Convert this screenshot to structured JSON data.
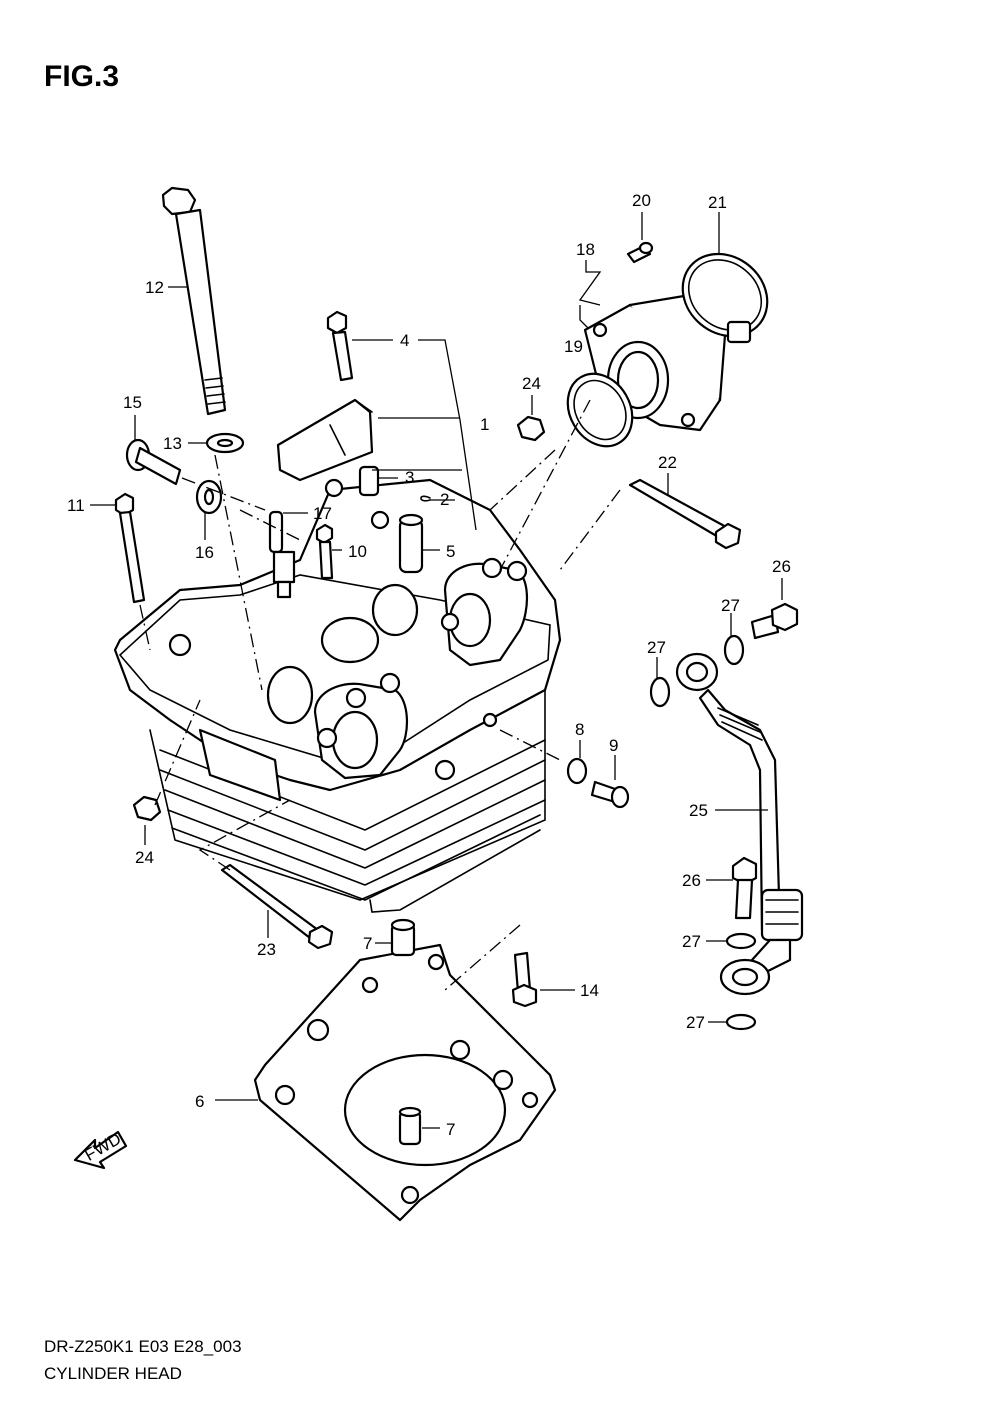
{
  "figure": {
    "title": "FIG.3",
    "model_code": "DR-Z250K1 E03 E28_003",
    "name": "CYLINDER HEAD"
  },
  "fwd_label": "FWD",
  "callouts": [
    {
      "id": "c1",
      "label": "1"
    },
    {
      "id": "c2",
      "label": "2"
    },
    {
      "id": "c3",
      "label": "3"
    },
    {
      "id": "c4",
      "label": "4"
    },
    {
      "id": "c5",
      "label": "5"
    },
    {
      "id": "c6",
      "label": "6"
    },
    {
      "id": "c7a",
      "label": "7"
    },
    {
      "id": "c7b",
      "label": "7"
    },
    {
      "id": "c8",
      "label": "8"
    },
    {
      "id": "c9",
      "label": "9"
    },
    {
      "id": "c10",
      "label": "10"
    },
    {
      "id": "c11",
      "label": "11"
    },
    {
      "id": "c12",
      "label": "12"
    },
    {
      "id": "c13",
      "label": "13"
    },
    {
      "id": "c14",
      "label": "14"
    },
    {
      "id": "c15",
      "label": "15"
    },
    {
      "id": "c16",
      "label": "16"
    },
    {
      "id": "c17",
      "label": "17"
    },
    {
      "id": "c18",
      "label": "18"
    },
    {
      "id": "c19",
      "label": "19"
    },
    {
      "id": "c20",
      "label": "20"
    },
    {
      "id": "c21",
      "label": "21"
    },
    {
      "id": "c22",
      "label": "22"
    },
    {
      "id": "c23",
      "label": "23"
    },
    {
      "id": "c24a",
      "label": "24"
    },
    {
      "id": "c24b",
      "label": "24"
    },
    {
      "id": "c25",
      "label": "25"
    },
    {
      "id": "c26a",
      "label": "26"
    },
    {
      "id": "c26b",
      "label": "26"
    },
    {
      "id": "c27a",
      "label": "27"
    },
    {
      "id": "c27b",
      "label": "27"
    },
    {
      "id": "c27c",
      "label": "27"
    },
    {
      "id": "c27d",
      "label": "27"
    }
  ]
}
